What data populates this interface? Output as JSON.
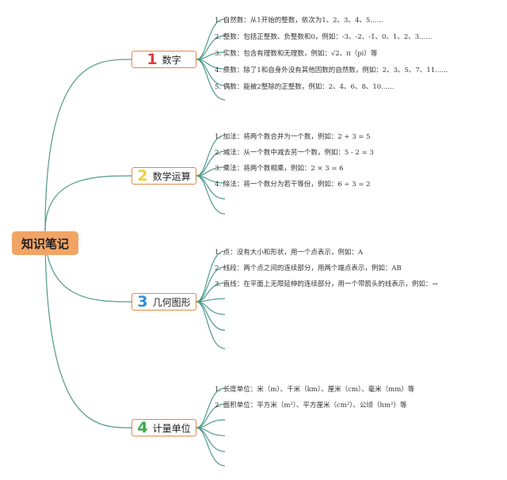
{
  "root": {
    "title": "知识笔记"
  },
  "branches": [
    {
      "number": "1",
      "label": "数字",
      "number_color": "#e23b3b",
      "items": [
        "1. 自然数：从1开始的整数，依次为1、2、3、4、5......",
        "2. 整数：包括正整数、负整数和0，例如：-3、-2、-1、0、1、2、3......",
        "3. 实数：包含有理数和无理数，例如：√2、π（pi）等",
        "4. 质数：除了1和自身外没有其他因数的自然数，例如：2、3、5、7、11......",
        "5. 偶数：能被2整除的正整数，例如：2、4、6、8、10......"
      ]
    },
    {
      "number": "2",
      "label": "数学运算",
      "number_color": "#f0cf3c",
      "items": [
        "1. 加法：将两个数合并为一个数，例如：2 + 3 = 5",
        "2. 减法：从一个数中减去另一个数，例如：5 - 2 = 3",
        "3. 乘法：将两个数相乘，例如：2 × 3 = 6",
        "4. 除法：将一个数分为若干等份，例如：6 ÷ 3 = 2"
      ]
    },
    {
      "number": "3",
      "label": "几何图形",
      "number_color": "#2f8fd6",
      "items": [
        "1. 点：没有大小和形状，用一个点表示，例如：A",
        "2. 线段：两个点之间的连续部分，用两个端点表示，例如：AB",
        "3. 直线：在平面上无限延伸的连续部分，用一个带箭头的线表示，例如：→"
      ]
    },
    {
      "number": "4",
      "label": "计量单位",
      "number_color": "#3aa84a",
      "items": [
        "1. 长度单位：米（m）、千米（km）、厘米（cm）、毫米（mm）等",
        "2. 面积单位：平方米（m²）、平方厘米（cm²）、公顷（hm²）等"
      ]
    }
  ],
  "colors": {
    "connector": "#4f9a8a",
    "root_fill": "#f2a465",
    "branch_border": "#e0894a"
  }
}
